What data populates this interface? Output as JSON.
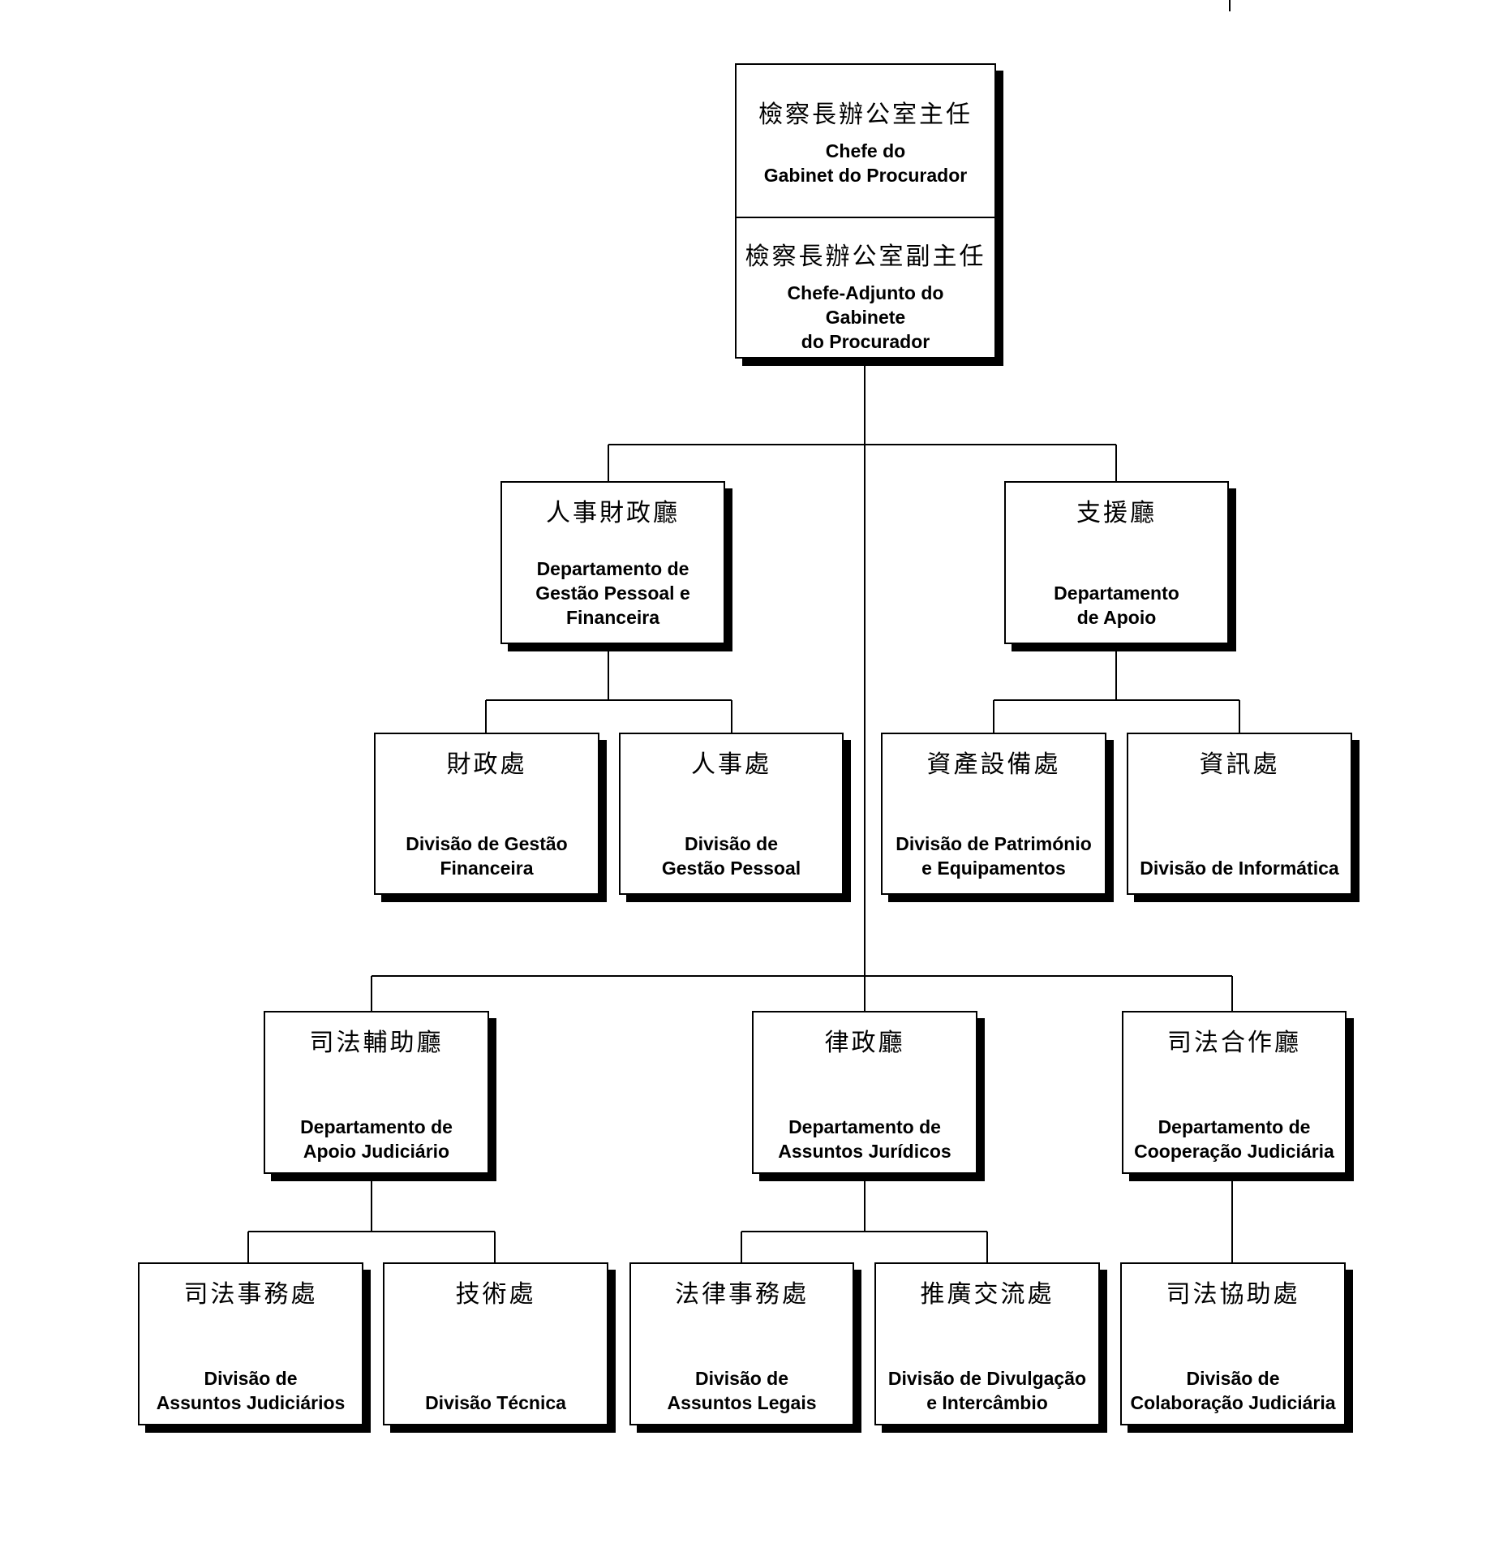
{
  "top": {
    "chief": {
      "zh": "檢察長辦公室主任",
      "pt": "Chefe do\nGabinet do Procurador"
    },
    "deputy": {
      "zh": "檢察長辦公室副主任",
      "pt": "Chefe-Adjunto do\nGabinete\ndo Procurador"
    }
  },
  "departments": {
    "personnel_finance": {
      "zh": "人事財政廳",
      "pt": "Departamento de\nGestão Pessoal e\nFinanceira"
    },
    "support": {
      "zh": "支援廳",
      "pt": "Departamento\nde Apoio"
    },
    "judicial_support": {
      "zh": "司法輔助廳",
      "pt": "Departamento de\nApoio Judiciário"
    },
    "legal_affairs": {
      "zh": "律政廳",
      "pt": "Departamento de\nAssuntos Jurídicos"
    },
    "judicial_cooperation": {
      "zh": "司法合作廳",
      "pt": "Departamento de\nCooperação Judiciária"
    }
  },
  "divisions": {
    "financial": {
      "zh": "財政處",
      "pt": "Divisão de Gestão\nFinanceira"
    },
    "personnel": {
      "zh": "人事處",
      "pt": "Divisão de\nGestão Pessoal"
    },
    "assets": {
      "zh": "資產設備處",
      "pt": "Divisão de Património\ne Equipamentos"
    },
    "it": {
      "zh": "資訊處",
      "pt": "Divisão de Informática"
    },
    "judicial_affairs": {
      "zh": "司法事務處",
      "pt": "Divisão de\nAssuntos Judiciários"
    },
    "technical": {
      "zh": "技術處",
      "pt": "Divisão Técnica"
    },
    "legal": {
      "zh": "法律事務處",
      "pt": "Divisão de\nAssuntos Legais"
    },
    "outreach": {
      "zh": "推廣交流處",
      "pt": "Divisão de Divulgação\ne Intercâmbio"
    },
    "judicial_assistance": {
      "zh": "司法協助處",
      "pt": "Divisão de\nColaboração Judiciária"
    }
  }
}
